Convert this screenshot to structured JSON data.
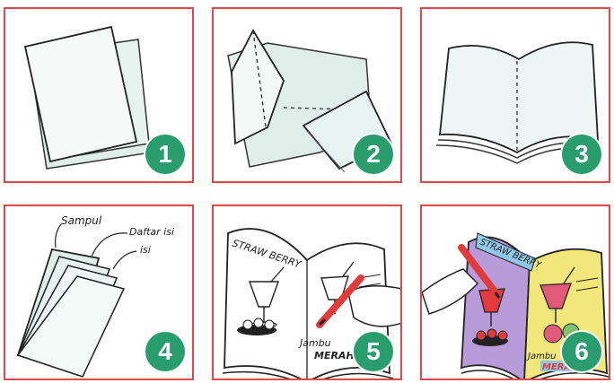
{
  "steps": [
    {
      "number": "1"
    },
    {
      "number": "2"
    },
    {
      "number": "3"
    },
    {
      "number": "4",
      "labels": {
        "cover": "Sampul",
        "toc": "Daftar isi",
        "content": "isi"
      }
    },
    {
      "number": "5",
      "book_labels": {
        "title": "STRAW BERRY",
        "subtitle1": "Jambu",
        "subtitle2": "MERAH"
      }
    },
    {
      "number": "6",
      "book_labels": {
        "title": "STRAW BERRY",
        "subtitle1": "Jambu",
        "subtitle2": "MERAH"
      }
    }
  ],
  "colors": {
    "frame": "#e0484a",
    "badge": "#2a9d6f",
    "paper": "#dfeee9",
    "sheet": "#eef7f5",
    "pen": "#e23b3b",
    "purple": "#b89bd9",
    "yellow": "#f2e77a",
    "blue": "#8fc7e8"
  }
}
